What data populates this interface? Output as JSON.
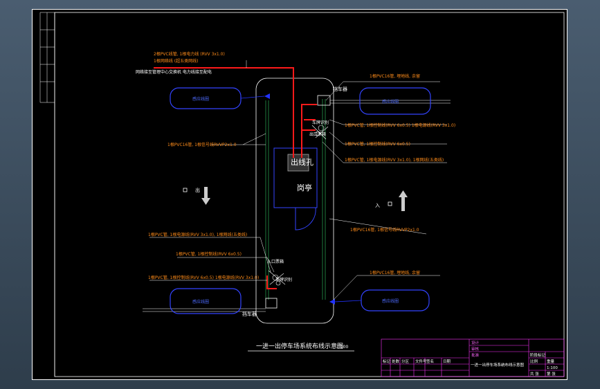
{
  "diagram": {
    "title": "一进一出停车场系统布线示意图",
    "title_scale": "1:100",
    "booth_label": "岗亭",
    "cable_hole_label": "出线孔",
    "exit_label": "出",
    "entrance_label": "入",
    "barrier_label_top": "挡车器",
    "barrier_label_bottom": "挡车器",
    "loop_label": "感应线圈",
    "annotations": {
      "top_power_1": "2根PVC线管, 1根电力线 (RVV 3x1.0)",
      "top_power_2": "1根网络线 (超五类网线)",
      "top_white": "网络接至管理中心交换机 电力线接至配电",
      "left_mid": "1根PVC16管, 1根信号线RVVP2x1.0",
      "right_top": "1根PVC16管, 埋地线, 余留",
      "right_a": "1根PVC管, 1根控制线(RVV 6x0.5) 1根电源线(RVV 3x1.0)",
      "right_b": "1根PVC管, 1根控制线(RVV 6x0.5)",
      "right_c": "1根PVC管, 1根电源线(RVV 3x1.0), 1根网线(五类线)",
      "right_mid": "1根PVC16管, 1根信号线RVVP2x1.0",
      "right_bottom": "1根PVC16管, 埋地线, 余留",
      "left_a": "1根PVC管, 1根电源线(RVV 3x1.0), 1根网线(五类线)",
      "left_b": "1根PVC管, 1根控制线(RVV 6x0.5)",
      "left_c": "1根PVC管, 1根控制线(RVV 6x0.5) 1根电源线(RVV 3x1.0)"
    },
    "device_labels": [
      "车牌识别",
      "出口票箱",
      "入口票箱",
      "车牌识别"
    ]
  },
  "title_block": {
    "col1": [
      "设计",
      "审核",
      "批准"
    ],
    "row_labels": [
      "标记",
      "处数",
      "分区",
      "文件号",
      "签名",
      "日期"
    ],
    "drawing_name": "一进一出停车场系统布线示意图",
    "right_labels": [
      "阶段标记",
      "重量",
      "比例",
      "共 张",
      "第 张"
    ],
    "scale_value": "1:100"
  },
  "colors": {
    "power_line": "#ff1a1a",
    "signal_line": "#00ff66",
    "loop": "#2222ff",
    "annotation": "#ff8c1a",
    "title_block": "#ff33ff",
    "background": "#000000"
  }
}
